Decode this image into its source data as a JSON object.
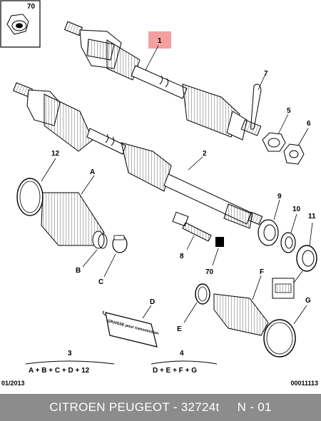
{
  "callouts": {
    "p70_top": "70",
    "p1": "1",
    "p2": "2",
    "p5": "5",
    "p6": "6",
    "p7": "7",
    "p8": "8",
    "p9": "9",
    "p10": "10",
    "p11": "11",
    "p12": "12",
    "p70_bottom": "70",
    "A": "A",
    "B": "B",
    "C": "C",
    "D": "D",
    "E": "E",
    "F": "F",
    "G": "G"
  },
  "kits": {
    "kit3_number": "3",
    "kit3_formula": "A + B + C + D + 12",
    "kit4_number": "4",
    "kit4_formula": "D + E + F + G"
  },
  "grease_pack_text": "GRAISSE pour transmission",
  "date": "01/2013",
  "document_number": "00011113",
  "footer": "CITROEN PEUGEOT - 32724t     N - 01",
  "colors": {
    "highlight": "#f4a0a0",
    "footer_background": "#8c8c8c",
    "footer_text": "#ffffff",
    "line": "#000000"
  }
}
